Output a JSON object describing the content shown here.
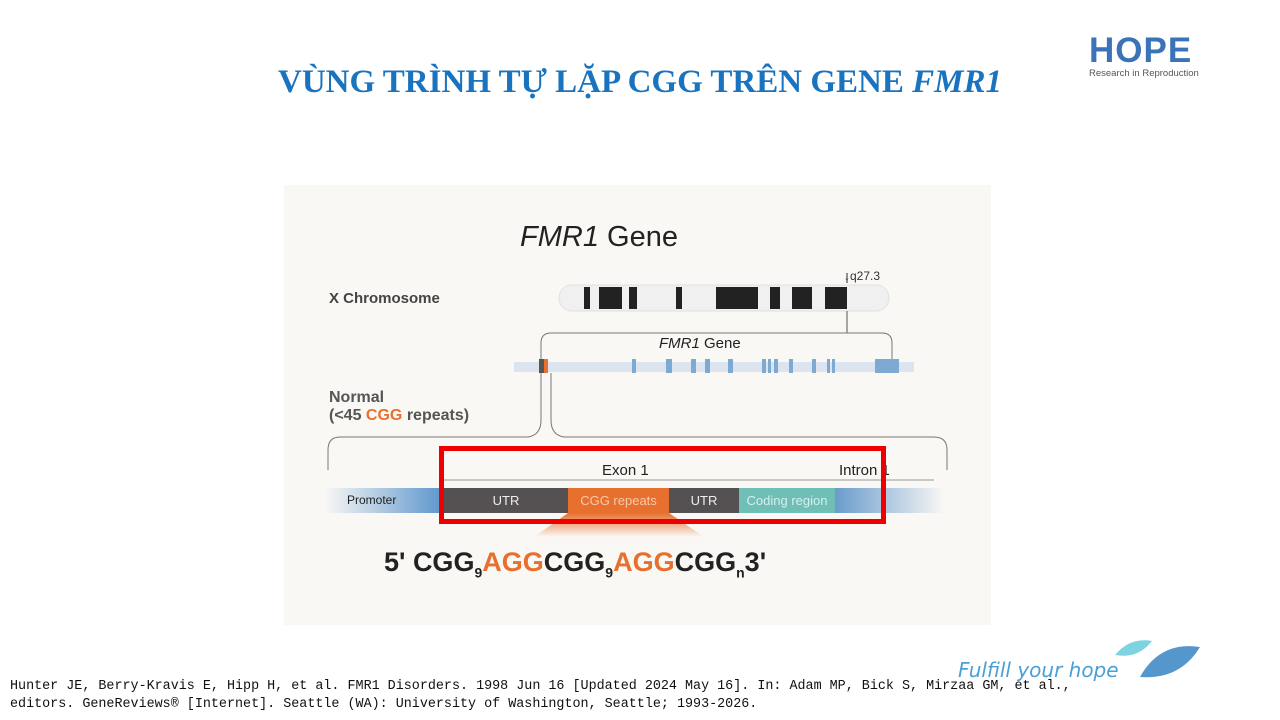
{
  "slide": {
    "title_main": "VÙNG TRÌNH TỰ LẶP CGG TRÊN GENE ",
    "title_italic": "FMR1"
  },
  "logo": {
    "name": "HOPE",
    "tagline": "Research in Reproduction"
  },
  "figure": {
    "heading_italic": "FMR1",
    "heading_rest": " Gene",
    "chromosome_label": "X Chromosome",
    "locus": "q27.3",
    "gene_label_italic": "FMR1",
    "gene_label_rest": " Gene",
    "normal_label": "Normal",
    "normal_prefix": "(<45 ",
    "normal_cgg": "CGG",
    "normal_suffix": " repeats)",
    "exon_label": "Exon 1",
    "intron_label": "Intron 1",
    "segments": {
      "promoter": "Promoter",
      "utr1": "UTR",
      "cgg": "CGG repeats",
      "utr2": "UTR",
      "coding": "Coding region"
    },
    "sequence": {
      "p1": "5' CGG",
      "s1": "9",
      "p2": "AGG",
      "p3": "CGG",
      "s2": "9",
      "p4": "AGG",
      "p5": "CGG",
      "s3": "n",
      "p6": "3'"
    },
    "colors": {
      "utr": "#555052",
      "cgg": "#e8702e",
      "coding": "#6fbfb7",
      "promoter": "#6a9ccc",
      "highlight": "#ee0000"
    }
  },
  "citation": "Hunter JE, Berry-Kravis E, Hipp H, et al. FMR1 Disorders. 1998 Jun 16 [Updated 2024 May 16]. In: Adam MP, Bick S, Mirzaa GM, et al.,\neditors. GeneReviews® [Internet]. Seattle (WA): University of Washington, Seattle; 1993-2026.",
  "tagline": "Fulfill your hope"
}
